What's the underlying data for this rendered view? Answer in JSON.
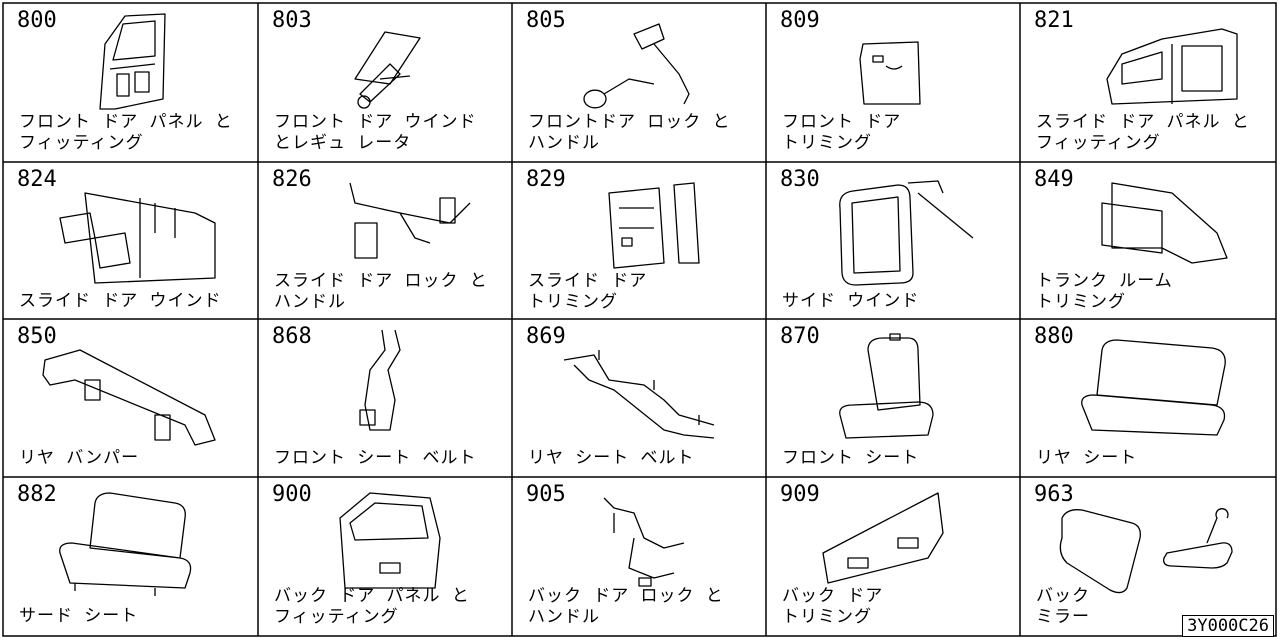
{
  "cells": [
    {
      "code": "800",
      "caption": "フロント ドア パネル と\nフィッティング",
      "art": "door-frame"
    },
    {
      "code": "803",
      "caption": "フロント ドア ウインド\nとレギュ レータ",
      "art": "window-regulator"
    },
    {
      "code": "805",
      "caption": "フロントドア ロック と\nハンドル",
      "art": "lock-handle"
    },
    {
      "code": "809",
      "caption": "フロント ドア\nトリミング",
      "art": "door-trim"
    },
    {
      "code": "821",
      "caption": "スライド ドア パネル と\nフィッティング",
      "art": "van-side"
    },
    {
      "code": "824",
      "caption": "スライド ドア ウインド",
      "art": "van-window"
    },
    {
      "code": "826",
      "caption": "スライド ドア ロック と\nハンドル",
      "art": "lock-rod"
    },
    {
      "code": "829",
      "caption": "スライド ドア\nトリミング",
      "art": "slide-trim"
    },
    {
      "code": "830",
      "caption": "サイド ウインド",
      "art": "side-window"
    },
    {
      "code": "849",
      "caption": "トランク ルーム\nトリミング",
      "art": "trunk-trim"
    },
    {
      "code": "850",
      "caption": "リヤ バンパー",
      "art": "bumper"
    },
    {
      "code": "868",
      "caption": "フロント シート ベルト",
      "art": "seat-belt"
    },
    {
      "code": "869",
      "caption": "リヤ シート ベルト",
      "art": "rear-belt"
    },
    {
      "code": "870",
      "caption": "フロント シート",
      "art": "front-seat"
    },
    {
      "code": "880",
      "caption": "リヤ シート",
      "art": "rear-seat"
    },
    {
      "code": "882",
      "caption": "サード シート",
      "art": "third-seat"
    },
    {
      "code": "900",
      "caption": "バック ドア パネル と\nフィッティング",
      "art": "back-door"
    },
    {
      "code": "905",
      "caption": "バック ドア ロック と\nハンドル",
      "art": "back-lock"
    },
    {
      "code": "909",
      "caption": "バック ドア\nトリミング",
      "art": "back-trim"
    },
    {
      "code": "963",
      "caption": "バック\nミラー",
      "art": "mirror"
    }
  ],
  "ref_code": "3Y000C26"
}
